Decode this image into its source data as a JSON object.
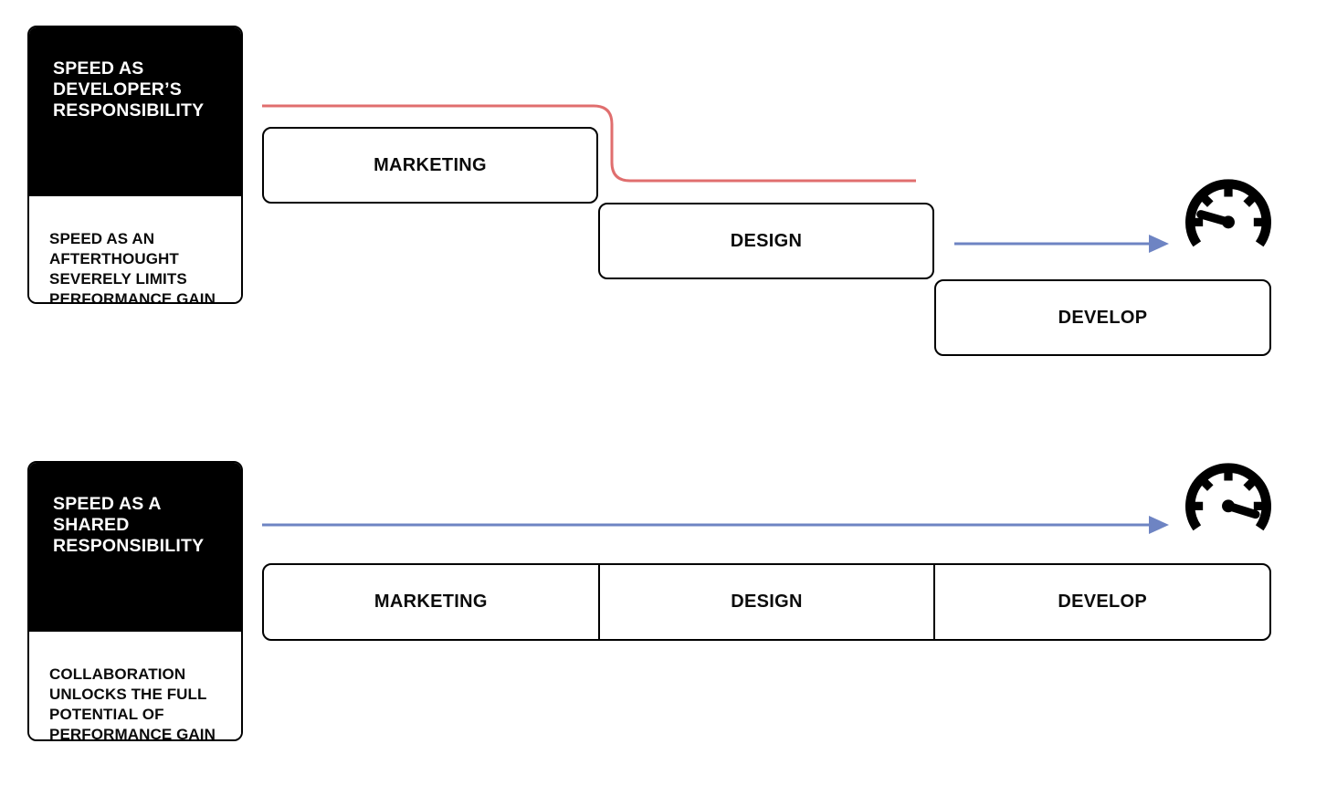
{
  "colors": {
    "timeline_red": "#e06e6e",
    "arrow_blue": "#6e84c3",
    "card_background": "#000000",
    "card_title_text": "#ffffff",
    "body_text": "#0b0b0b",
    "page_background": "#ffffff"
  },
  "icons": {
    "low_speed_gauge": "speedometer-needle-left",
    "high_speed_gauge": "speedometer-needle-right"
  },
  "sections": {
    "waterfall": {
      "card": {
        "title": "SPEED AS\nDEVELOPER’S\nRESPONSIBILITY",
        "description": "SPEED AS AN\nAFTERTHOUGHT\nSEVERELY LIMITS\nPERFORMANCE GAIN"
      },
      "stages": {
        "marketing": "MARKETING",
        "design": "DESIGN",
        "develop": "DEVELOP"
      }
    },
    "shared": {
      "card": {
        "title": "SPEED AS A\nSHARED\nRESPONSIBILITY",
        "description": "COLLABORATION\nUNLOCKS THE FULL\nPOTENTIAL OF\nPERFORMANCE GAIN"
      },
      "stages": {
        "marketing": "MARKETING",
        "design": "DESIGN",
        "develop": "DEVELOP"
      }
    }
  }
}
